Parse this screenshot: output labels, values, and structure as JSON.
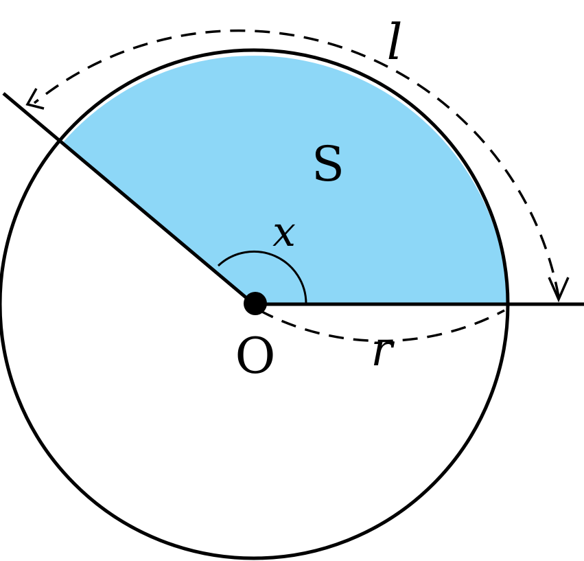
{
  "diagram": {
    "labels": {
      "arc_length": "l",
      "area": "S",
      "angle": "x",
      "center": "O",
      "radius": "r"
    },
    "colors": {
      "sector_fill": "#8dd7f7",
      "stroke": "#000000",
      "background": "#ffffff"
    },
    "shapes": [
      "circle",
      "sector",
      "radius-ray",
      "angle-arc",
      "dashed-arc-arrow",
      "dashed-radius-arc",
      "center-point"
    ]
  }
}
